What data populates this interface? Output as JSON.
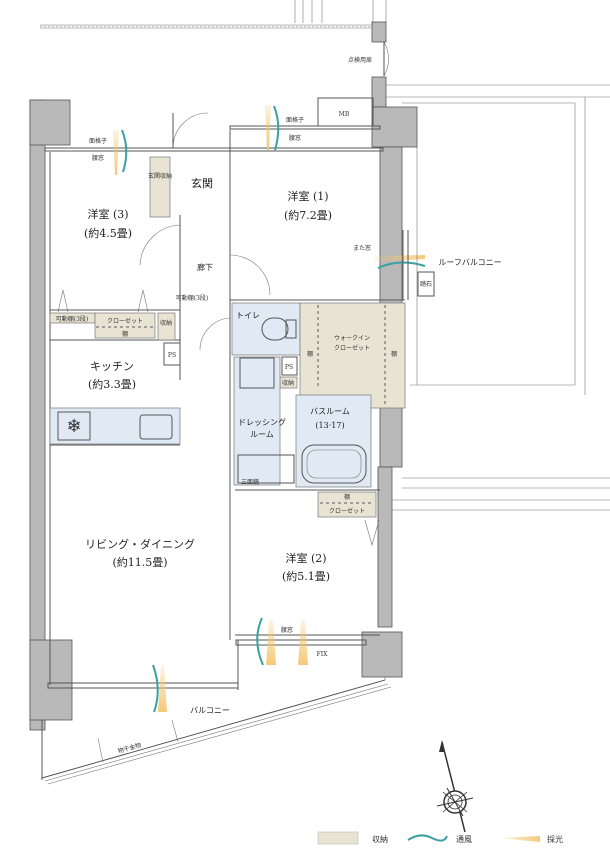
{
  "rooms": {
    "western3": {
      "name": "洋室 (3)",
      "size": "(約4.5畳)"
    },
    "western1": {
      "name": "洋室 (1)",
      "size": "(約7.2畳)"
    },
    "western2": {
      "name": "洋室 (2)",
      "size": "(約5.1畳)"
    },
    "kitchen": {
      "name": "キッチン",
      "size": "(約3.3畳)"
    },
    "living": {
      "name": "リビング・ダイニング",
      "size": "(約11.5畳)"
    },
    "entrance": "玄関",
    "entrance_storage": "玄関収納",
    "hallway": "廊下",
    "toilet": "トイレ",
    "dressing_line1": "ドレッシング",
    "dressing_line2": "ルーム",
    "bath_name": "バスルーム",
    "bath_size": "(13·17)",
    "wic_line1": "ウォークイン",
    "wic_line2": "クローゼット",
    "roof_balcony": "ルーフバルコニー",
    "balcony": "バルコニー"
  },
  "labels": {
    "closet": "クローゼット",
    "closet2": "クローゼット",
    "adjustable_shelf_3": "可動棚(3段)",
    "adjustable_shelf_v": "可動棚(3段)",
    "storage": "収納",
    "storage2": "収納",
    "shelf": "棚",
    "ps": "PS",
    "ps2": "PS",
    "mb": "MB",
    "inspection_door": "点検用扉",
    "stepping_stone": "踏石",
    "grille": "面格子",
    "waist_window": "腰窓",
    "straddle_window": "また窓",
    "fix": "FIX",
    "triple_mirror": "三面鏡",
    "laundry_hardware": "物干金物"
  },
  "legend": {
    "storage": "収納",
    "ventilation": "通風",
    "daylight": "採光"
  },
  "colors": {
    "storage": "#e8e3d3",
    "wet_area": "#dfeaf5",
    "wall": "#b9b9b9",
    "ventilation": "#3aa0a0",
    "daylight": "#f3c46a"
  }
}
